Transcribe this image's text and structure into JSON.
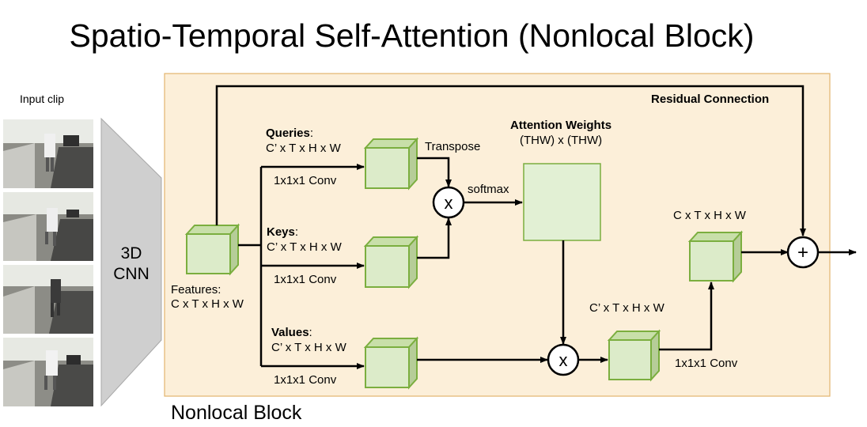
{
  "title": "Spatio-Temporal Self-Attention (Nonlocal Block)",
  "input_clip_label": "Input clip",
  "cnn": {
    "line1": "3D",
    "line2": "CNN"
  },
  "features": {
    "label": "Features:",
    "dims": "C x T x H x W"
  },
  "queries": {
    "label": "Queries",
    "colon": ":",
    "dims": "C’ x T x H x W",
    "conv": "1x1x1 Conv"
  },
  "keys": {
    "label": "Keys",
    "colon": ":",
    "dims": "C’ x T x H x W",
    "conv": "1x1x1 Conv"
  },
  "values": {
    "label": "Values",
    "colon": ":",
    "dims": "C’ x T x H x W",
    "conv": "1x1x1 Conv"
  },
  "transpose_label": "Transpose",
  "softmax_label": "softmax",
  "attention": {
    "title": "Attention Weights",
    "dims": "(THW) x (THW)"
  },
  "weighted_dims": "C’ x T x H x W",
  "output_conv": "1x1x1 Conv",
  "output_dims": "C x T x H x W",
  "residual_label": "Residual Connection",
  "multiply_symbol": "x",
  "add_symbol": "+",
  "block_caption": "Nonlocal Block",
  "colors": {
    "block_fill": "#fcefd9",
    "block_border": "#e2b56e",
    "cube_front": "#dcebc9",
    "cube_edge": "#7bae3f",
    "cube_top": "#c8dfa9",
    "cube_side": "#b6cd98",
    "attention_fill": "#e2f0d4",
    "cnn_fill": "#cfcfcf",
    "line": "#000000"
  }
}
